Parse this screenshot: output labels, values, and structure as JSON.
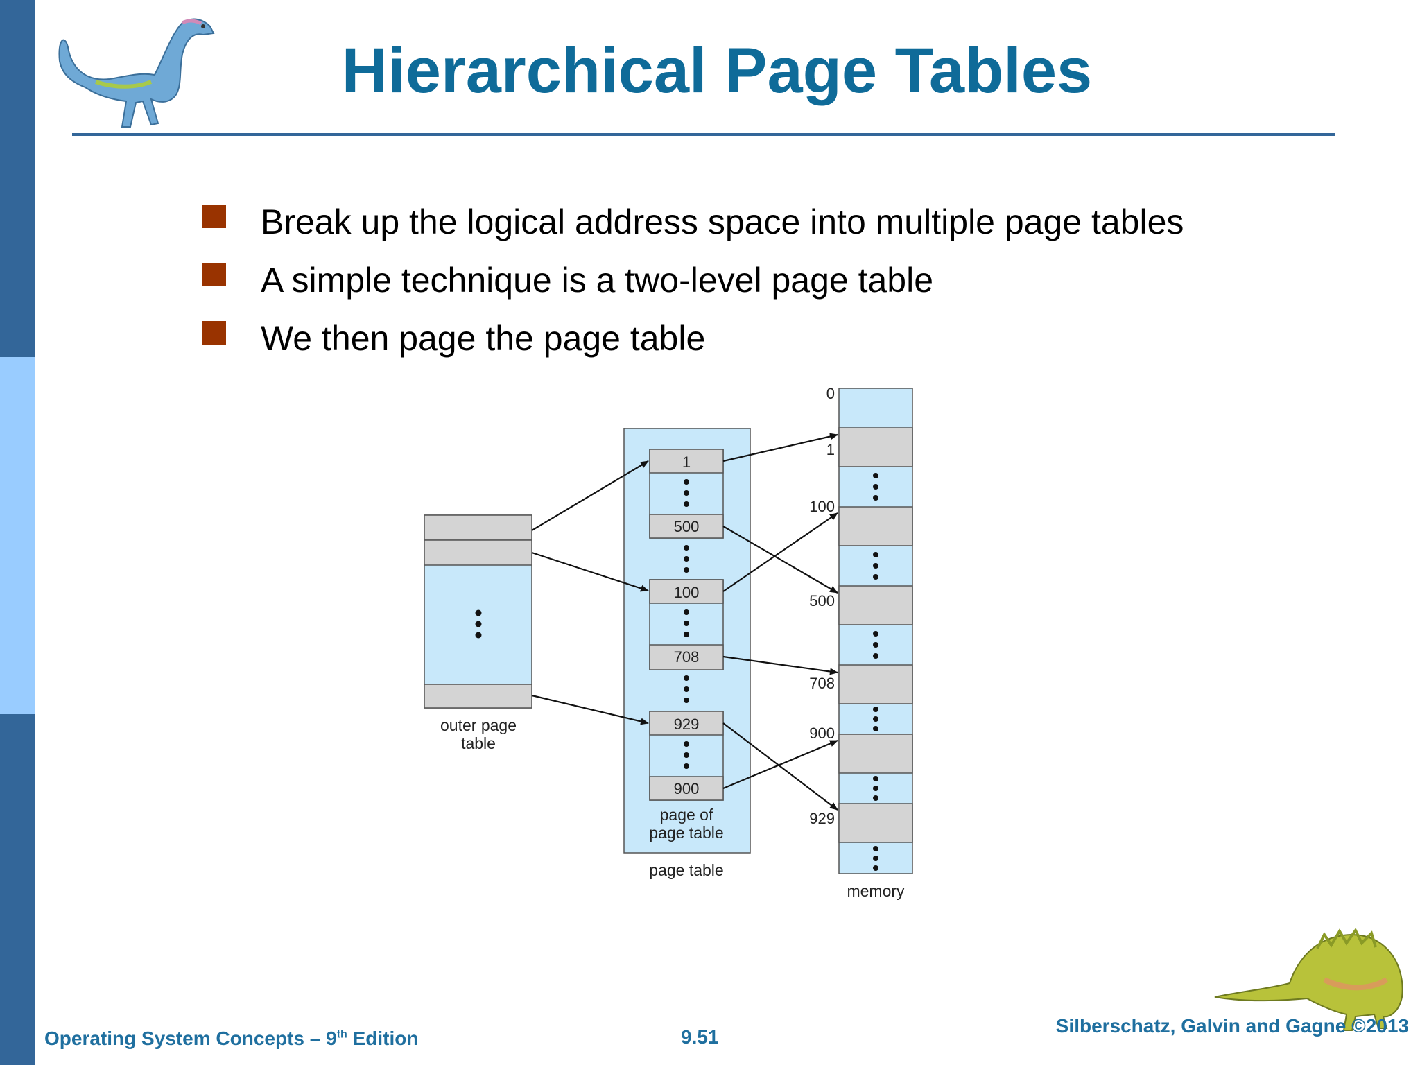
{
  "title": "Hierarchical Page Tables",
  "bullets": [
    "Break up the logical address space into multiple page tables",
    "A simple technique is a two-level page table",
    "We then page the page table"
  ],
  "diagram": {
    "outer_table_label": [
      "outer page",
      "table"
    ],
    "page_table_label": "page table",
    "page_of_page_table_label": [
      "page of",
      "page table"
    ],
    "memory_label": "memory",
    "page_table_entries": [
      "1",
      "500",
      "100",
      "708",
      "929",
      "900"
    ],
    "memory_addresses": [
      "0",
      "1",
      "100",
      "500",
      "708",
      "900",
      "929"
    ]
  },
  "footer": {
    "left_main": "Operating System Concepts – 9",
    "left_sup": "th",
    "left_tail": " Edition",
    "page_number": "9.51",
    "right": "Silberschatz, Galvin and Gagne ©2013"
  },
  "colors": {
    "sidebar_dark": "#336699",
    "sidebar_light": "#99ccff",
    "title": "#0f6b99",
    "bullet": "#993300",
    "box_light_blue": "#c8e8fa",
    "box_gray": "#d4d4d4"
  }
}
